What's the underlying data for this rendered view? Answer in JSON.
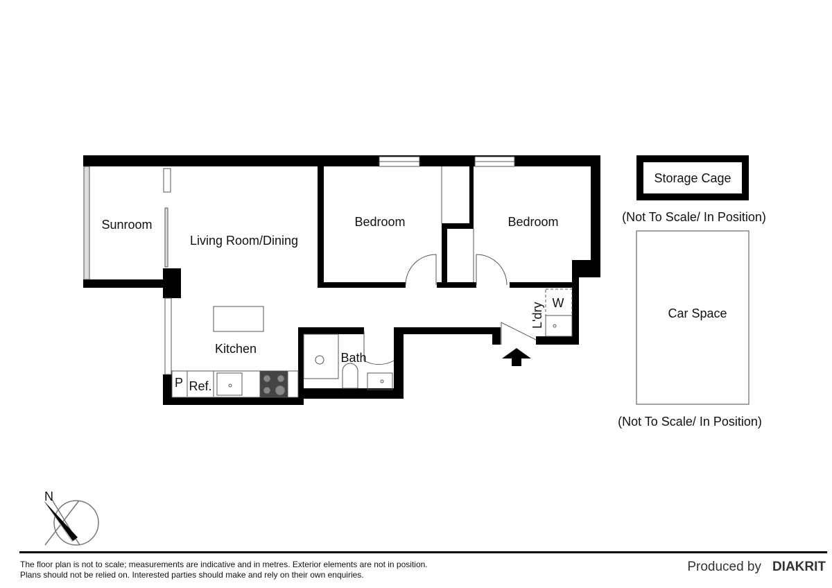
{
  "rooms": {
    "sunroom": "Sunroom",
    "living": "Living Room/Dining",
    "bedroom1": "Bedroom",
    "bedroom2": "Bedroom",
    "kitchen": "Kitchen",
    "bath": "Bath",
    "laundry": "L'dry",
    "washer": "W",
    "pantry": "P",
    "fridge": "Ref."
  },
  "extras": {
    "storage_cage": "Storage Cage",
    "storage_note": "(Not To Scale/ In Position)",
    "car_space": "Car Space",
    "car_note": "(Not To Scale/ In Position)"
  },
  "compass": {
    "label": "N"
  },
  "footer": {
    "disclaimer_line1": "The floor plan is not to scale; measurements are indicative and in metres. Exterior elements are not in position.",
    "disclaimer_line2": "Plans should not be relied on. Interested parties should make and rely on their own enquiries.",
    "produced_by": "Produced by",
    "brand": "DIAKRIT"
  },
  "colors": {
    "wall": "#000000",
    "line": "#555555"
  }
}
